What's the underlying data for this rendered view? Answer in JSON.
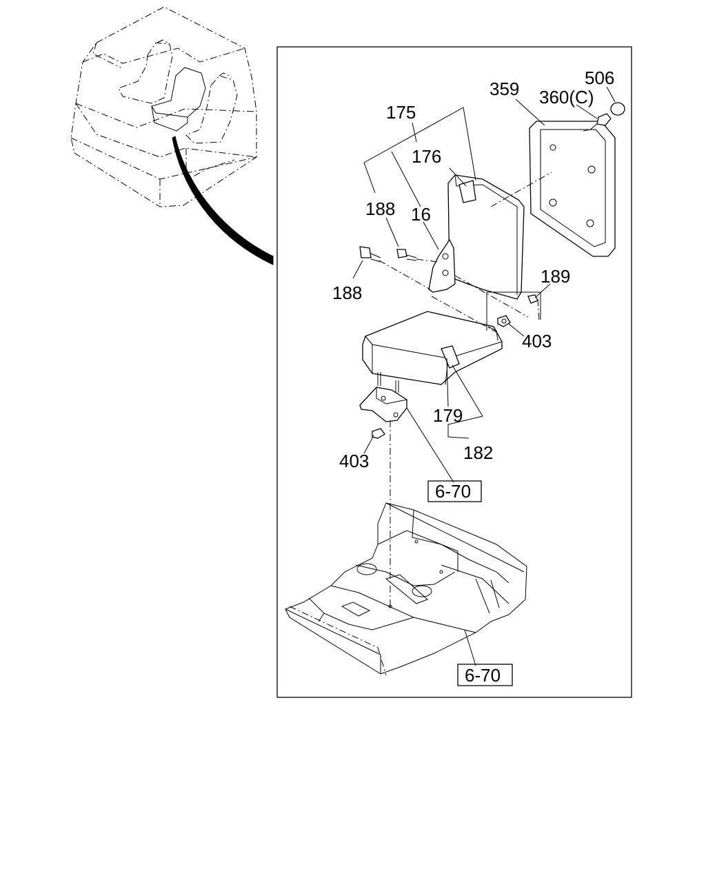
{
  "callouts": {
    "c175": "175",
    "c176": "176",
    "c16": "16",
    "c188_top": "188",
    "c188_left": "188",
    "c359": "359",
    "c360": "360(C)",
    "c506": "506",
    "c189": "189",
    "c403_right": "403",
    "c403_left": "403",
    "c179": "179",
    "c182": "182"
  },
  "references": {
    "ref_upper": "6-70",
    "ref_lower": "6-70"
  }
}
